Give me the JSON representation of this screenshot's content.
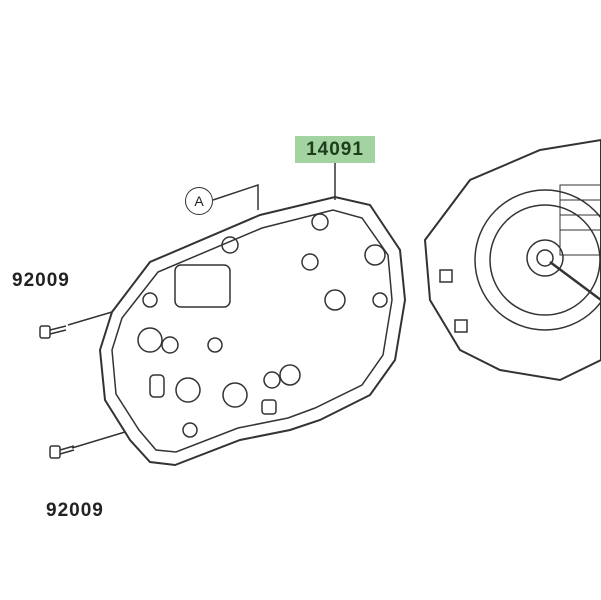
{
  "diagram": {
    "main_part_label": "14091",
    "reference_label": "A",
    "screw_labels": [
      "92009",
      "92009"
    ],
    "colors": {
      "highlight": "#a3d3a0",
      "line": "#333333"
    }
  }
}
